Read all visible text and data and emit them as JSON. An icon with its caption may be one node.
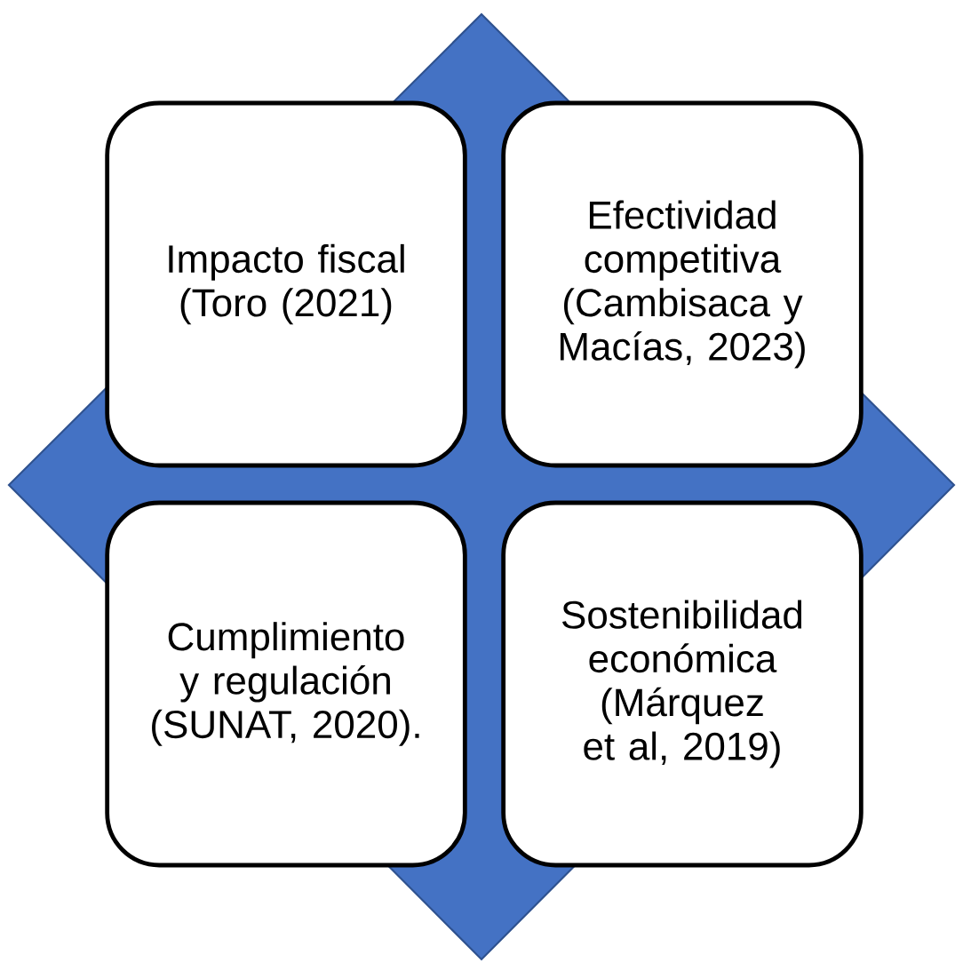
{
  "diagram": {
    "nodes": [
      {
        "text": [
          "Impacto fiscal (Toro (2021)"
        ]
      },
      {
        "text": [
          "Efectividad competitiva (Cambisaca y Macías, 2023)"
        ]
      },
      {
        "text": [
          "Cumplimiento y regulación (SUNAT, 2020)."
        ]
      },
      {
        "text": [
          "Sostenibilidad económica (Márquez et al, 2019)"
        ]
      }
    ]
  }
}
